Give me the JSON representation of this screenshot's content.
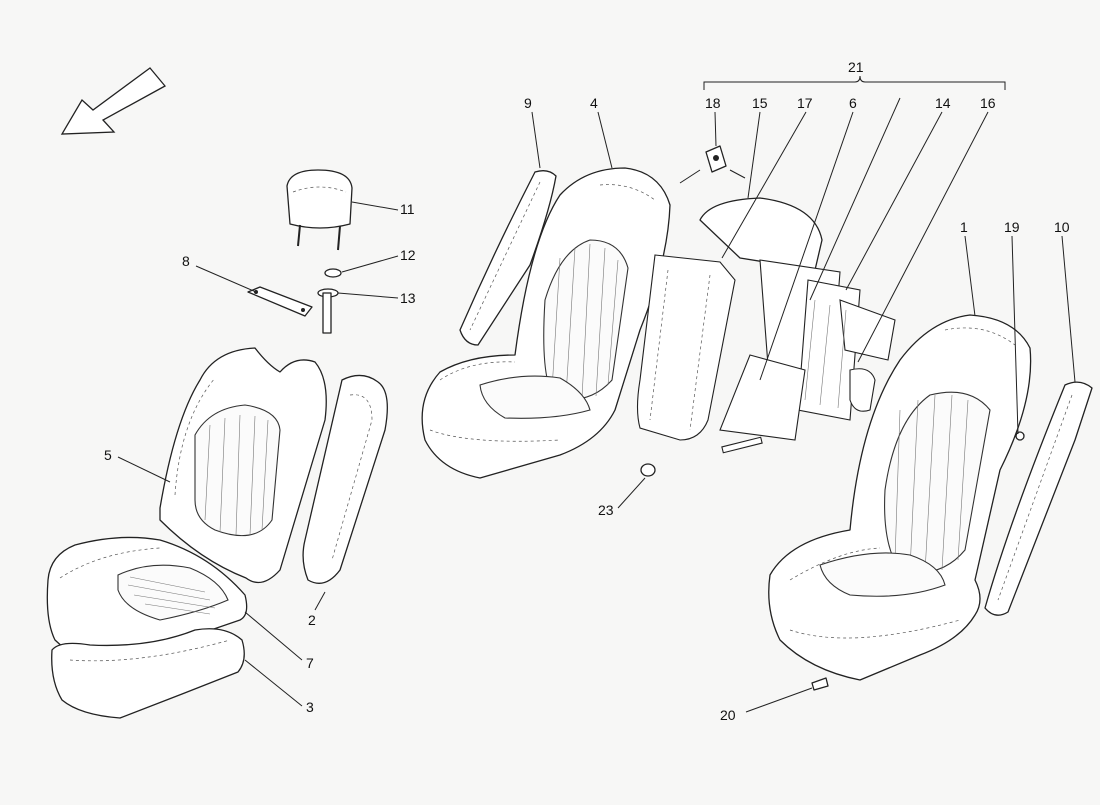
{
  "diagram": {
    "labels": {
      "l1": "1",
      "l2": "2",
      "l3": "3",
      "l4": "4",
      "l5": "5",
      "l6": "6",
      "l7": "7",
      "l8": "8",
      "l9": "9",
      "l10": "10",
      "l11": "11",
      "l12": "12",
      "l13": "13",
      "l14": "14",
      "l15": "15",
      "l16": "16",
      "l17": "17",
      "l18": "18",
      "l19": "19",
      "l20": "20",
      "l21": "21",
      "l23": "23"
    }
  }
}
